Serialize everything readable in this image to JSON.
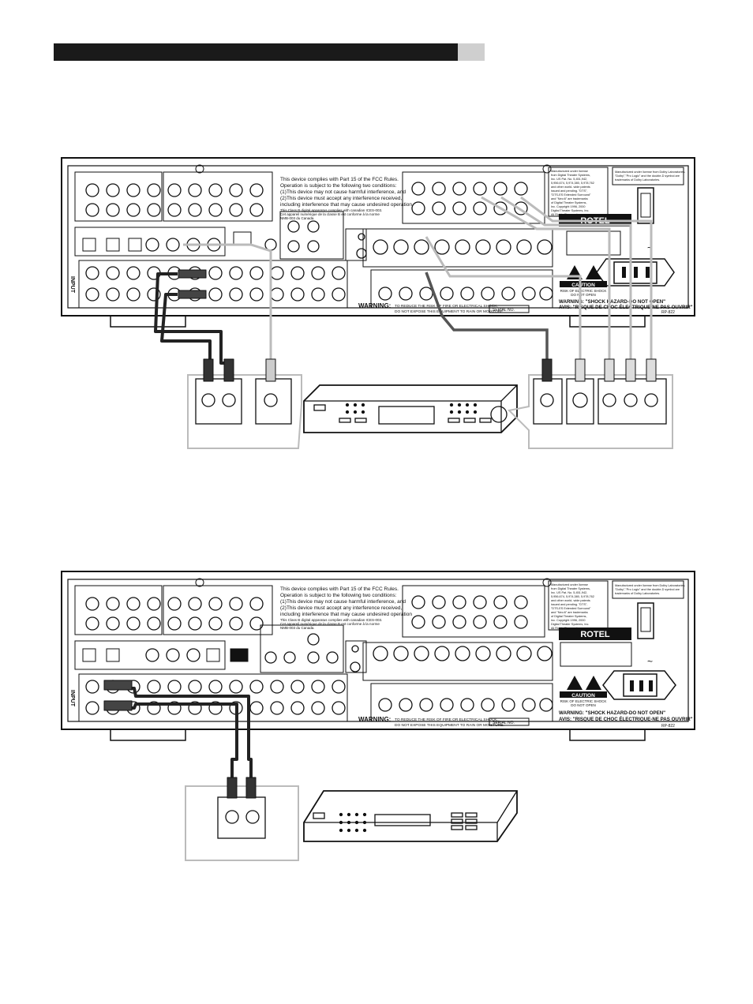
{
  "header": {
    "bar_color": "#1a1a1a",
    "tab_color": "#cfcfcf"
  },
  "receiver": {
    "input_label": "INPUT",
    "fcc_lines": [
      "This device complies with Part 15 of the FCC Rules.",
      "Operation is subject to the following two conditions:",
      "(1)This device may not cause harmful interference, and",
      "(2)This device must accept any interference received,",
      "including interference that may cause undesired operation",
      "This Class B digital apparatus complies with canadian ICES-003.",
      "Cet appareil numérique de la classe B est conforme à la norme",
      "NMB-003 du Canada."
    ],
    "dolby_lines": [
      "Manufactured under license from Dolby Laboratories.",
      "\"Dolby\",\"Pro Logic\" and the double-D symbol are",
      "trademarks of Dolby Laboratories."
    ],
    "dts_lines": [
      "Manufactured under license",
      "from Digital Theater Systems,",
      "Inc. US Pat. No. 5,451,942,",
      "5,956,674, 5,974,380, 5,978,762",
      "and other world- wide patents",
      "issued and pending. \"DTS\",",
      "\"DTS-ES Extended Surround\"",
      "and \"Neo:6\" are trademarks",
      "of Digital Theater Systems,",
      "Inc. Copyright 1996, 2000",
      "Digital Theater Systems, Inc.",
      "All Rights Reserved."
    ],
    "brand": "ROTEL",
    "caution_title": "CAUTION",
    "caution_lines": [
      "RISK OF ELECTRIC SHOCK",
      "DO NOT OPEN"
    ],
    "warning_shock": "WARNING: \"SHOCK HAZARD-DO NOT OPEN\"",
    "avis": "AVIS: \"RISQUE DE CHOC ÉLECTRIQUE-NE PAS OUVRIR\"",
    "warning_label": "WARNING:",
    "warning_lines": [
      "TO REDUCE THE RISK OF FIRE OR ELECTRICAL SHOCK,",
      "DO NOT EXPOSE THIS EQUIPMENT TO RAIN OR MOISTURE."
    ],
    "serial": "SERIAL NO.",
    "model": "RP-822",
    "power_symbol": "~"
  }
}
